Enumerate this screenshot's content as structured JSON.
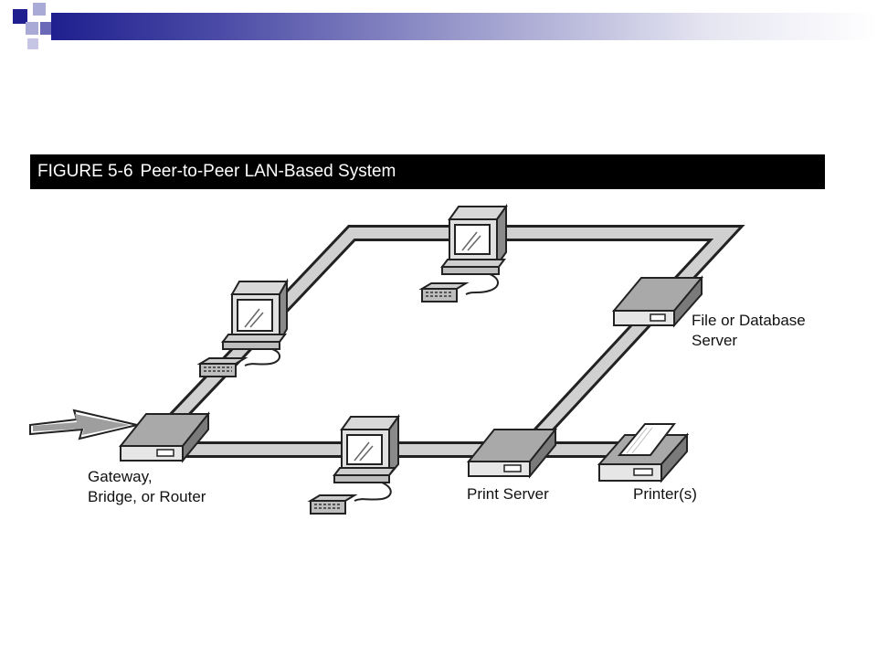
{
  "figure": {
    "number": "FIGURE 5-6",
    "title": "Peer-to-Peer LAN-Based System"
  },
  "nodes": {
    "file_server": "File or Database\nServer",
    "gateway": "Gateway,\nBridge, or Router",
    "print_server": "Print Server",
    "printer": "Printer(s)"
  },
  "colors": {
    "band_dark": "#1f1f8f",
    "square_light": "#9a9acc",
    "device_gray": "#a9a9a9"
  }
}
